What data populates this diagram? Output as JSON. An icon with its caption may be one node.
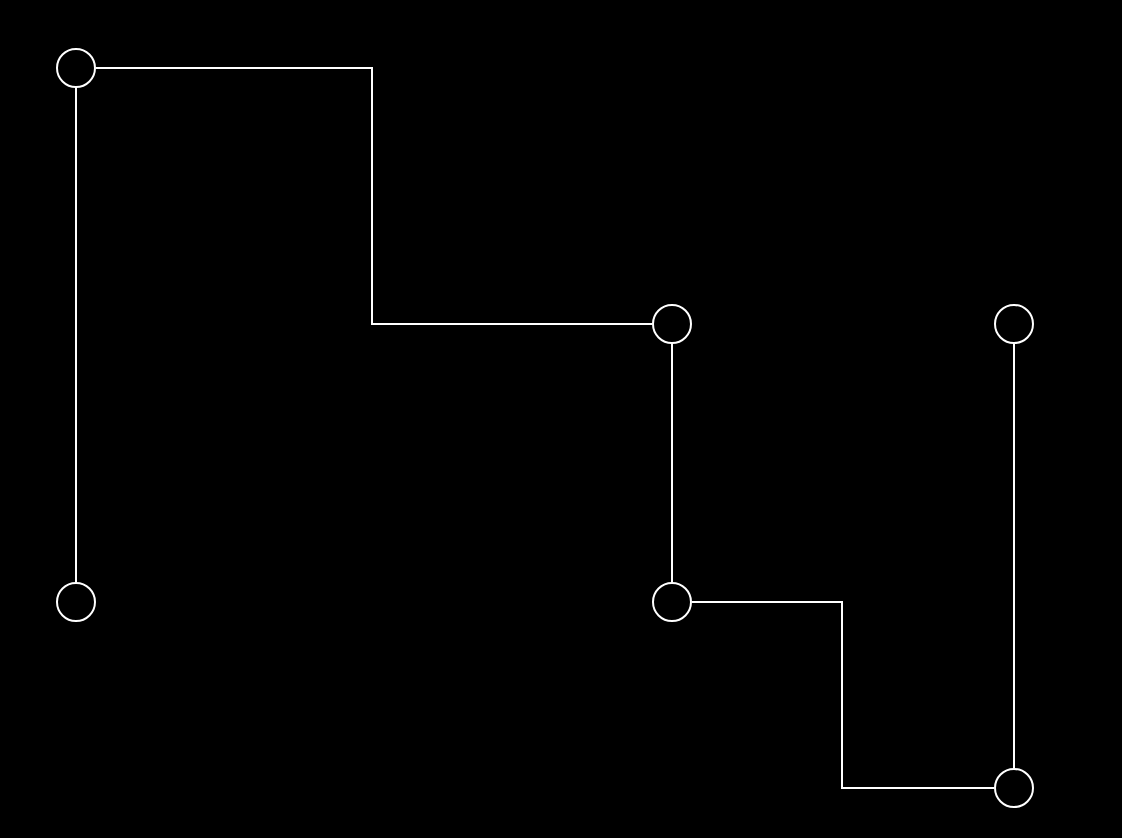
{
  "diagram": {
    "nodes": [
      {
        "text": [],
        "shape": "circle"
      },
      {
        "text": [],
        "shape": "circle"
      },
      {
        "text": [],
        "shape": "circle"
      },
      {
        "text": [],
        "shape": "circle"
      },
      {
        "text": [],
        "shape": "circle"
      },
      {
        "text": [],
        "shape": "circle"
      }
    ],
    "edges": [
      {
        "from": 3,
        "to": 0,
        "arrow": "none"
      },
      {
        "from": 0,
        "to": 1,
        "arrow": "none"
      },
      {
        "from": 1,
        "to": 4,
        "arrow": "none"
      },
      {
        "from": 4,
        "to": 5,
        "arrow": "none"
      },
      {
        "from": 5,
        "to": 2,
        "arrow": "none"
      }
    ]
  }
}
